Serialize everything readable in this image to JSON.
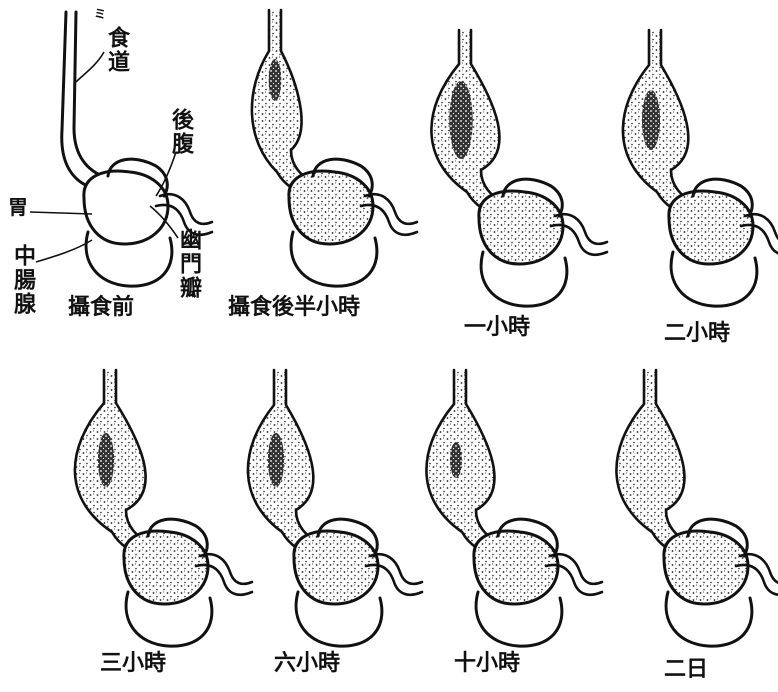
{
  "labels": {
    "esophagus": "食道",
    "posterior_abdomen": "後腹",
    "stomach": "胃",
    "pylorus_valve": "幽門瓣",
    "midgut_gland": "中腸腺",
    "mark_small": "ミ"
  },
  "panels": [
    {
      "caption": "攝食前"
    },
    {
      "caption": "攝食後半小時"
    },
    {
      "caption": "一小時"
    },
    {
      "caption": "二小時"
    },
    {
      "caption": "三小時"
    },
    {
      "caption": "六小時"
    },
    {
      "caption": "十小時"
    },
    {
      "caption": "二日"
    }
  ]
}
